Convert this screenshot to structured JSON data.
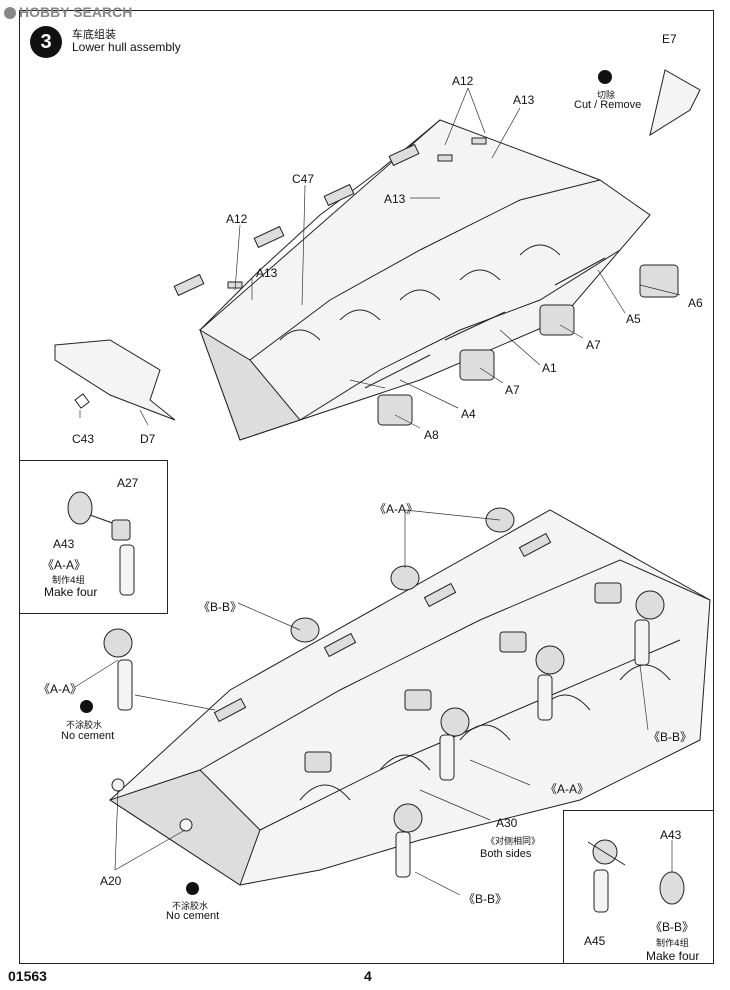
{
  "watermark": "HOBBY SEARCH",
  "step": {
    "number": "3",
    "title_cn": "车底组装",
    "title_en": "Lower hull assembly"
  },
  "cut_note": {
    "cn": "切除",
    "en": "Cut / Remove"
  },
  "top_labels": {
    "e7": "E7",
    "a12_top": "A12",
    "a13_top": "A13",
    "c47": "C47",
    "a13_mid": "A13",
    "a12_left": "A12",
    "a13_left": "A13",
    "a6": "A6",
    "a5": "A5",
    "a7_a": "A7",
    "a1": "A1",
    "a7_b": "A7",
    "a4": "A4",
    "a8": "A8",
    "c43": "C43",
    "d7": "D7"
  },
  "inset_left": {
    "a27": "A27",
    "a43": "A43",
    "section": "《A-A》",
    "make_cn": "制作4组",
    "make_en": "Make  four"
  },
  "inset_right": {
    "a43": "A43",
    "a45": "A45",
    "section": "《B-B》",
    "make_cn": "制作4组",
    "make_en": "Make  four"
  },
  "bottom_labels": {
    "aa_top": "《A-A》",
    "bb_left": "《B-B》",
    "aa_left": "《A-A》",
    "no_cement_cn_1": "不涂胶水",
    "no_cement_en_1": "No cement",
    "bb_right": "《B-B》",
    "aa_right": "《A-A》",
    "a30": "A30",
    "both_sides_cn": "《对侧相同》",
    "both_sides_en": "Both sides",
    "a20": "A20",
    "no_cement_cn_2": "不涂胶水",
    "no_cement_en_2": "No cement",
    "bb_bottom": "《B-B》"
  },
  "footer": {
    "kit_number": "01563",
    "page_number": "4"
  }
}
